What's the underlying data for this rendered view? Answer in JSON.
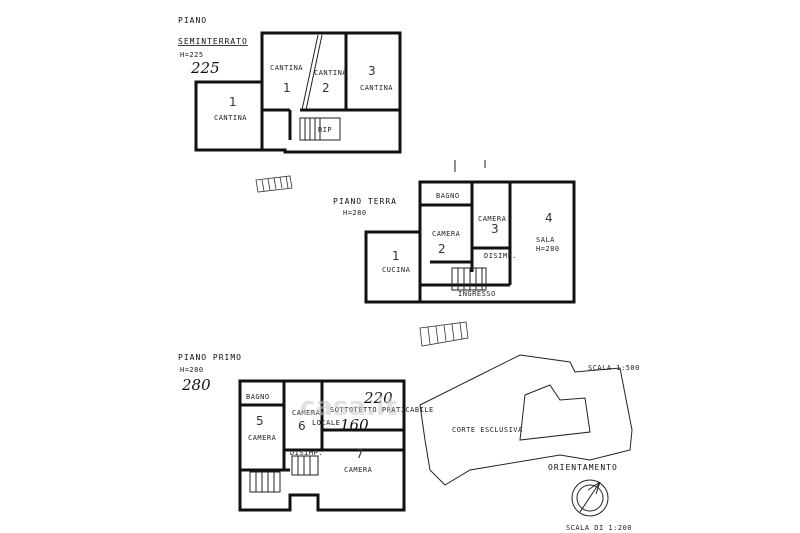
{
  "plans": {
    "seminterrato": {
      "title_line1": "PIANO",
      "title_line2": "SEMINTERRATO",
      "height_label": "H=225",
      "handwritten": "225",
      "rooms": [
        {
          "name": "CANTINA",
          "number": "1"
        },
        {
          "name": "CANTINA",
          "number": "1"
        },
        {
          "name": "CANTINA",
          "number": "2"
        },
        {
          "name": "CANTINA",
          "number": "3"
        }
      ],
      "rip_label": "RIP"
    },
    "terra": {
      "title": "PIANO TERRA",
      "height_label": "H=280",
      "rooms": [
        {
          "name": "BAGNO",
          "number": ""
        },
        {
          "name": "CAMERA",
          "number": "2"
        },
        {
          "name": "CAMERA",
          "number": "3"
        },
        {
          "name": "SALA",
          "number": "4",
          "height": "H=280"
        },
        {
          "name": "CUCINA",
          "number": "1"
        },
        {
          "name": "DISIMP.",
          "number": ""
        },
        {
          "name": "INGRESSO",
          "number": ""
        }
      ]
    },
    "primo": {
      "title": "PIANO PRIMO",
      "height_label": "H=280",
      "handwritten": "280",
      "rooms": [
        {
          "name": "BAGNO",
          "number": ""
        },
        {
          "name": "CAMERA",
          "number": "5"
        },
        {
          "name": "CAMERA",
          "number": "6"
        },
        {
          "name": "SOTTOTETTO PRATICABILE",
          "number": ""
        },
        {
          "name": "CAMERA",
          "number": "7"
        },
        {
          "name": "DISIMP.",
          "number": ""
        },
        {
          "name": "LOCALE",
          "number": ""
        }
      ],
      "handwritten_2": "220",
      "handwritten_3": "160"
    }
  },
  "site": {
    "scale_label": "SCALA 1:500",
    "court_label": "CORTE ESCLUSIVA",
    "orientation_label": "ORIENTAMENTO",
    "plan_scale_label": "SCALA DI 1:200"
  },
  "watermark": "casa.it"
}
